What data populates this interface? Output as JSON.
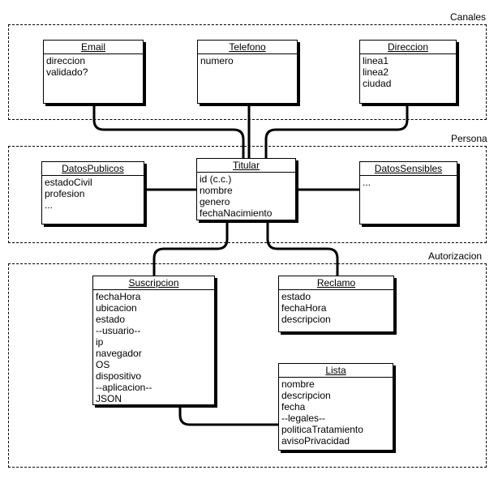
{
  "groups": {
    "canales": "Canales",
    "persona": "Persona",
    "autorizacion": "Autorizacion"
  },
  "classes": {
    "email": {
      "name": "Email",
      "attrs": [
        "direccion",
        "validado?"
      ]
    },
    "telefono": {
      "name": "Telefono",
      "attrs": [
        "numero"
      ]
    },
    "direccion": {
      "name": "Direccion",
      "attrs": [
        "linea1",
        "linea2",
        "ciudad"
      ]
    },
    "datosPublicos": {
      "name": "DatosPublicos",
      "attrs": [
        "estadoCivil",
        "profesion",
        "..."
      ]
    },
    "titular": {
      "name": "Titular",
      "attrs": [
        "id (c.c.)",
        "nombre",
        "genero",
        "fechaNacimiento"
      ]
    },
    "datosSensibles": {
      "name": "DatosSensibles",
      "attrs": [
        "..."
      ]
    },
    "suscripcion": {
      "name": "Suscripcion",
      "attrs": [
        "fechaHora",
        "ubicacion",
        "estado",
        "--usuario--",
        "ip",
        "navegador",
        "OS",
        "dispositivo",
        "--aplicacion--",
        "JSON"
      ]
    },
    "reclamo": {
      "name": "Reclamo",
      "attrs": [
        "estado",
        "fechaHora",
        "descripcion"
      ]
    },
    "lista": {
      "name": "Lista",
      "attrs": [
        "nombre",
        "descripcion",
        "fecha",
        "--legales--",
        "politicaTratamiento",
        "avisoPrivacidad"
      ]
    }
  }
}
